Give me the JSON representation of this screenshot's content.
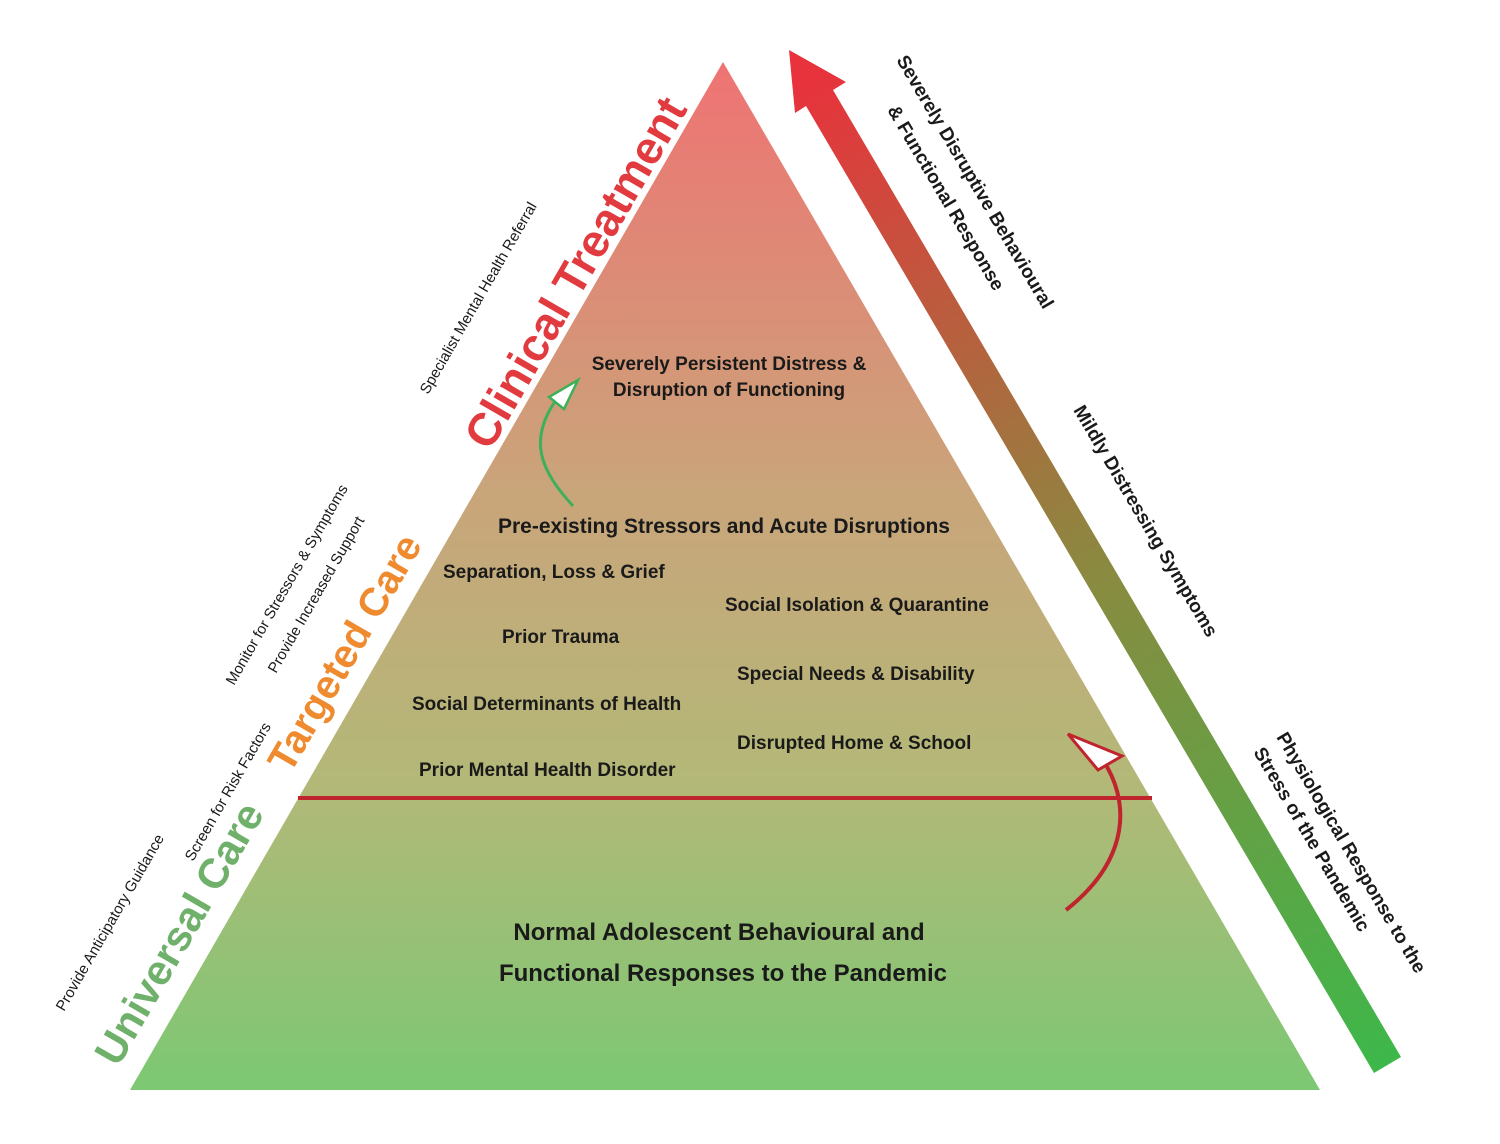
{
  "tiers": {
    "clinical": {
      "label": "Clinical Treatment",
      "color": "#e23b3f"
    },
    "targeted": {
      "label": "Targeted Care",
      "color": "#ef8a2f"
    },
    "universal": {
      "label": "Universal Care",
      "color": "#6fb06a"
    }
  },
  "side_actions": {
    "specialist": "Specialist Mental Health Referral",
    "monitor": "Monitor for Stressors & Symptoms",
    "support": "Provide Increased Support",
    "screen": "Screen for Risk Factors",
    "guidance": "Provide Anticipatory Guidance"
  },
  "top_level": {
    "line1": "Severely Persistent Distress &",
    "line2": "Disruption of Functioning"
  },
  "middle_level": {
    "heading": "Pre-existing Stressors and Acute Disruptions",
    "items": {
      "separation": "Separation, Loss & Grief",
      "isolation": "Social Isolation & Quarantine",
      "trauma": "Prior Trauma",
      "special_needs": "Special Needs & Disability",
      "determinants": "Social Determinants of Health",
      "home_school": "Disrupted Home & School",
      "prior_disorder": "Prior Mental Health Disorder"
    }
  },
  "base_level": {
    "line1": "Normal Adolescent Behavioural and",
    "line2": "Functional Responses to the Pandemic"
  },
  "severity_arrow": {
    "top_line1": "Severely Disruptive Behavioural",
    "top_line2": "& Functional Response",
    "middle": "Mildly Distressing Symptoms",
    "bottom_line1": "Physiological Response to the",
    "bottom_line2": "Stress of the Pandemic",
    "colors": {
      "top": "#e8323c",
      "middle": "#8a8a40",
      "bottom": "#3db84a"
    }
  },
  "pyramid_colors": {
    "top": "#ef7373",
    "middle": "#c7ad78",
    "bottom": "#7cc873"
  },
  "divider_colors": {
    "upper": "#2a9a3a",
    "lower": "#c0242d"
  }
}
